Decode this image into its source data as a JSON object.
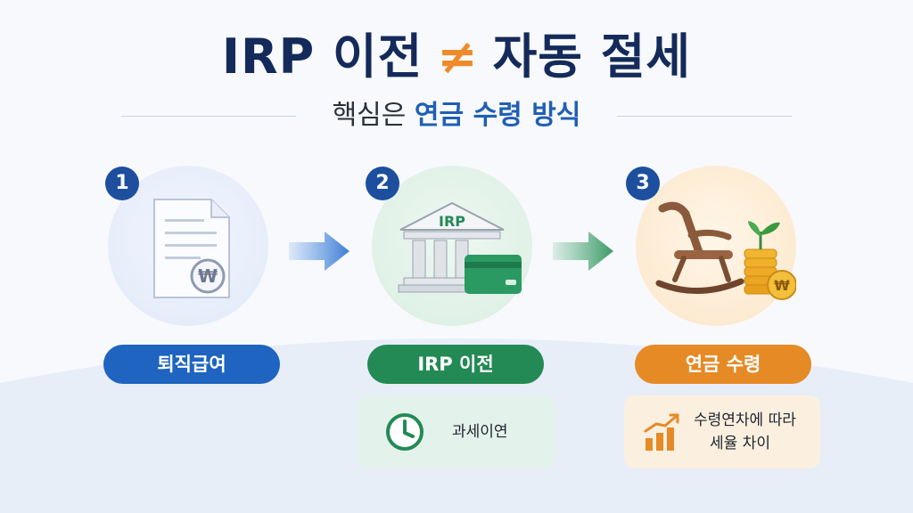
{
  "title": {
    "left": "IRP 이전",
    "symbol": "≠",
    "right": "자동 절세"
  },
  "subtitle": {
    "prefix": "핵심은",
    "highlight": "연금 수령 방식"
  },
  "steps": [
    {
      "number": "1",
      "label": "퇴직급여",
      "color": "#1e64c0"
    },
    {
      "number": "2",
      "label": "IRP 이전",
      "color": "#238a55",
      "icon_text": "IRP"
    },
    {
      "number": "3",
      "label": "연금 수령",
      "color": "#e68a26"
    }
  ],
  "notes": {
    "step2": "과세이연",
    "step3_line1": "수령연차에 따라",
    "step3_line2": "세율 차이"
  },
  "colors": {
    "navy": "#142a5a",
    "orange": "#ef8a2a",
    "blue": "#1e64c0",
    "green": "#238a55",
    "amber": "#e68a26"
  }
}
